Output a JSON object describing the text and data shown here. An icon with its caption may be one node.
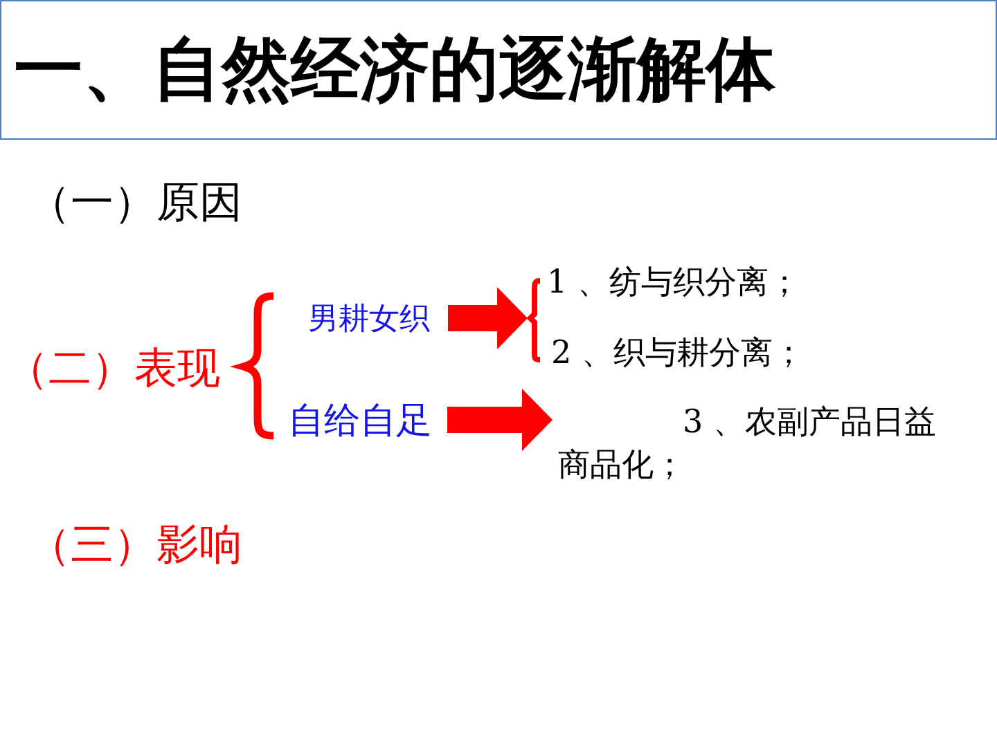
{
  "diagram": {
    "title": "一、自然经济的逐渐解体",
    "nodes": [
      {
        "text": [
          "（二）表现"
        ]
      },
      {
        "text": [
          "男耕女织"
        ]
      },
      {
        "text": [
          "自给自足"
        ]
      },
      {
        "text": [
          "1 、纺与织分离；"
        ]
      },
      {
        "text": [
          "2 、织与耕分离；"
        ]
      },
      {
        "text": [
          "3 、农副产品日益商品化；"
        ]
      }
    ],
    "edges": [
      {
        "from": 1,
        "to": 3,
        "arrow": "to"
      },
      {
        "from": 1,
        "to": 4,
        "arrow": "to"
      },
      {
        "from": 2,
        "to": 5,
        "arrow": "to"
      }
    ],
    "labels": [
      "（一）原因",
      "（三）影响"
    ]
  }
}
